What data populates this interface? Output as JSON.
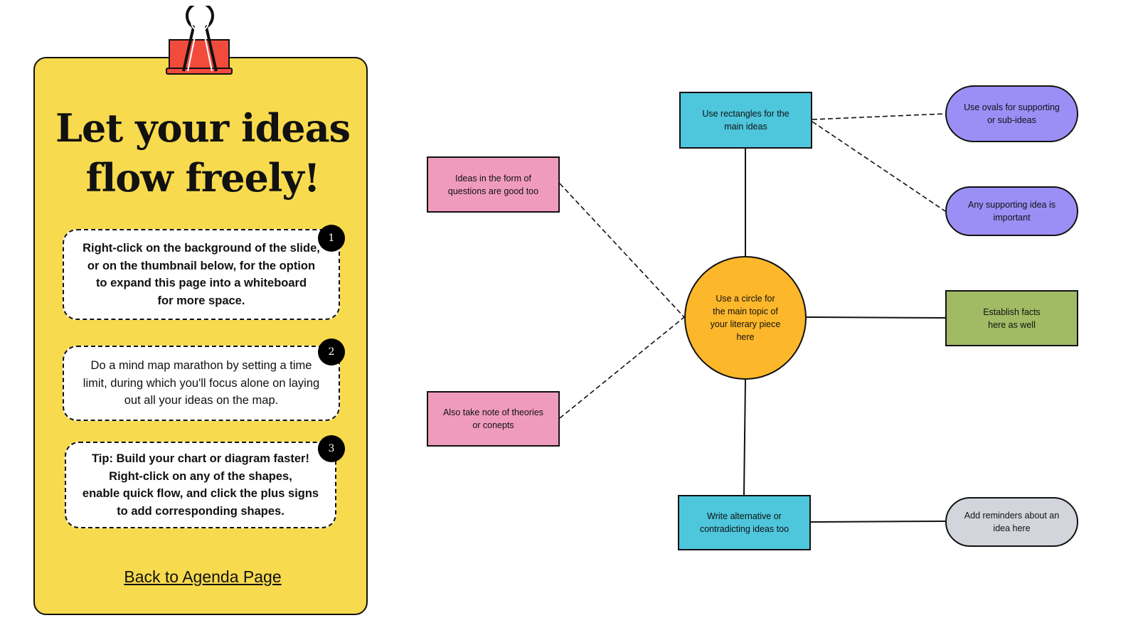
{
  "panel": {
    "title_lines": [
      "Let your ideas",
      "flow freely!"
    ],
    "steps": [
      {
        "number": "1",
        "lines": [
          "Right-click on the background of the slide,",
          "or on the thumbnail below, for the option",
          "to expand this page into a whiteboard",
          "for more space."
        ]
      },
      {
        "number": "2",
        "lines": [
          "Do a mind map marathon by setting a time",
          "limit, during which you'll focus alone on laying",
          "out all your ideas on the map."
        ]
      },
      {
        "number": "3",
        "lines": [
          "Tip: Build your chart or diagram faster!",
          "Right-click on any of the shapes,",
          "enable quick flow, and click the plus signs",
          "to add corresponding shapes."
        ]
      }
    ],
    "back_link": "Back to Agenda Page"
  },
  "mindmap": {
    "center": [
      "Use a circle for",
      "the main topic of",
      "your literary piece",
      "here"
    ],
    "main_top": [
      "Use rectangles for the",
      "main ideas"
    ],
    "main_bottom": [
      "Write alternative or",
      "contradicting ideas too"
    ],
    "question": [
      "Ideas in the form of",
      "questions are good too"
    ],
    "theories": [
      "Also take note of theories",
      "or conepts"
    ],
    "oval_1": [
      "Use ovals for supporting",
      "or sub-ideas"
    ],
    "oval_2": [
      "Any supporting idea is",
      "important"
    ],
    "facts": [
      "Establish facts",
      "here as well"
    ],
    "reminders": [
      "Add reminders about an",
      "idea here"
    ]
  },
  "colors": {
    "panel": "#f8da4e",
    "clip": "#f24b3c",
    "main_rect": "#4ec6dc",
    "pink_rect": "#ef9bbd",
    "green_rect": "#a0bb63",
    "purple_oval": "#9b8ff6",
    "gray_oval": "#d2d5dc",
    "center_circle": "#fdb72b"
  },
  "icons": {
    "clip": "binder-clip-icon"
  }
}
